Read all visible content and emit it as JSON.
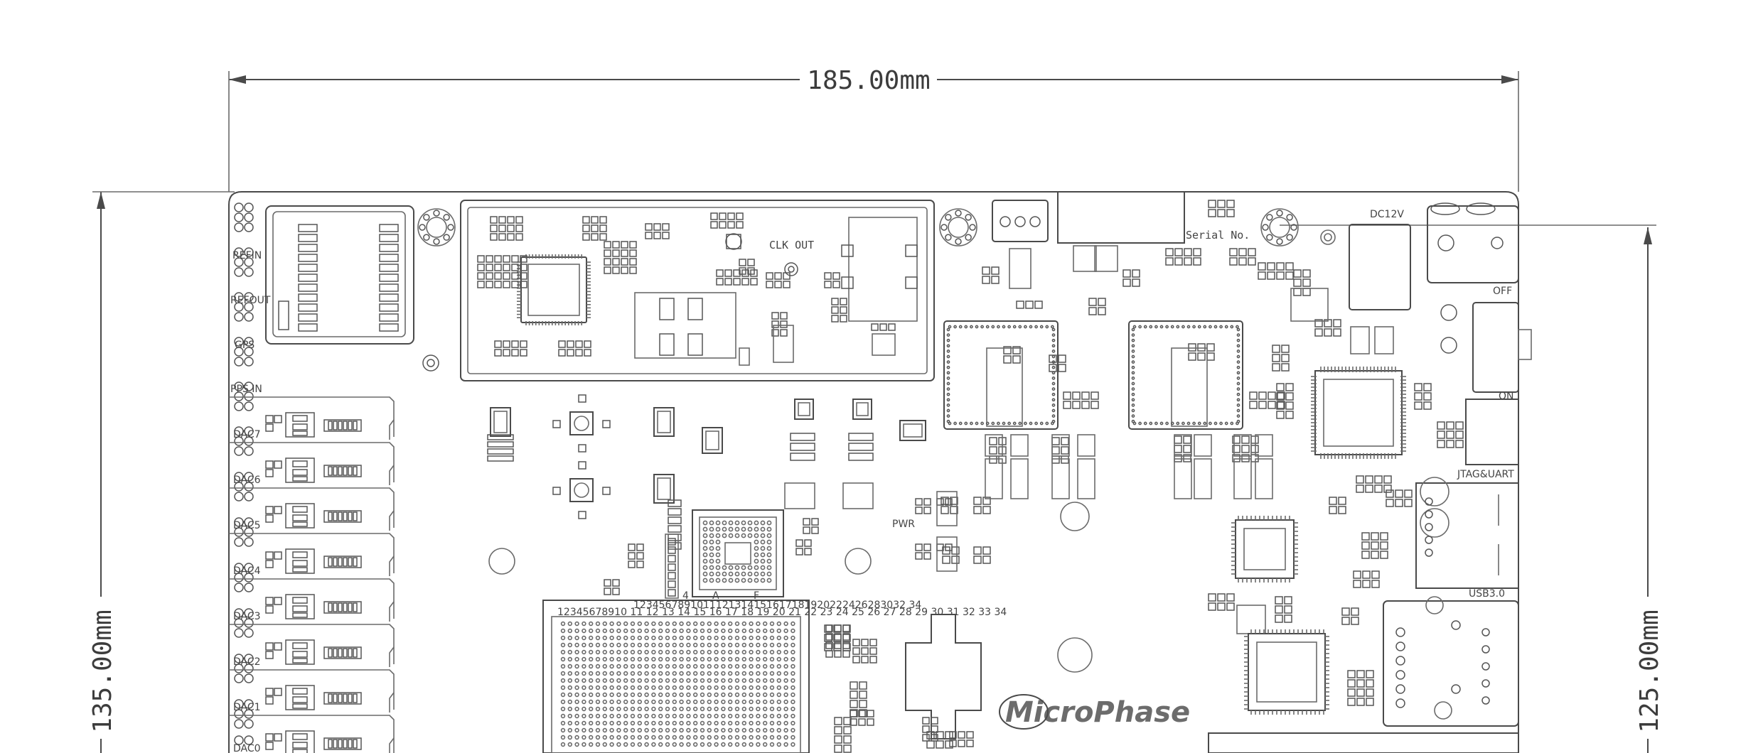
{
  "dimensions": {
    "width_label": "185.00mm",
    "height_left_label": "135.00mm",
    "height_right_label": "125.00mm"
  },
  "board_labels": {
    "refin": "REFIN",
    "refout": "REFOUT",
    "gps": "GPS",
    "pps_in": "PPS IN",
    "dac_channels": [
      "DAC7",
      "DAC6",
      "DAC5",
      "DAC4",
      "DAC3",
      "DAC2",
      "DAC1",
      "DAC0"
    ],
    "clk_out": "CLK OUT",
    "pwr": "PWR",
    "serial_no": "Serial No.",
    "dc12v": "DC12V",
    "off": "OFF",
    "on": "ON",
    "jtag_uart": "JTAG&UART",
    "usb3": "USB3.0",
    "logo": "MicroPhase",
    "header_row_top": "12345678910 11 12 13 14 15 16 17 18 19 20 21 22 23 24 25 26 27 28 29 30 31 32 33 34",
    "header_row_mark": "1234567891011121314151617181920222426283032 34"
  }
}
